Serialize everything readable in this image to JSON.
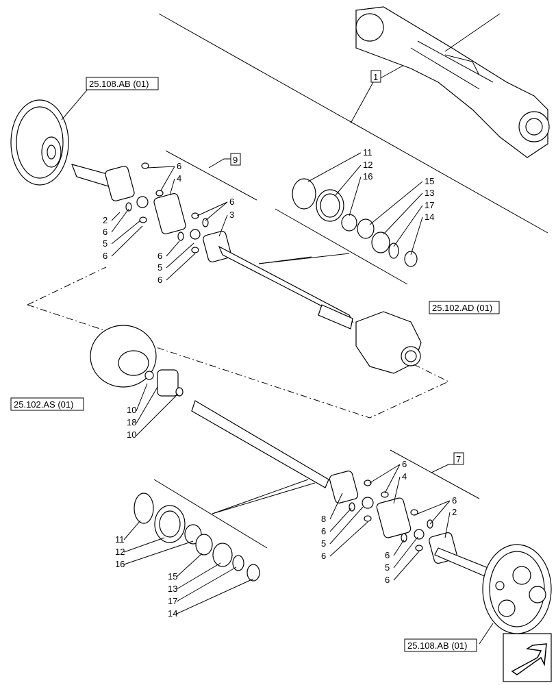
{
  "refs": {
    "hub_top": "25.108.AB (01)",
    "diff": "25.102.AD (01)",
    "planet": "25.102.AS (01)",
    "hub_bottom": "25.108.AB (01)"
  },
  "boxes": {
    "axle": "1",
    "upper_shaft": "9",
    "lower_shaft": "7"
  },
  "callouts": {
    "u2": "2",
    "u6a": "6",
    "u5": "5",
    "u6b": "6",
    "u6c": "6",
    "u4": "4",
    "u6d": "6",
    "u3": "3",
    "u6e": "6",
    "u5b": "5",
    "u6f": "6",
    "s11": "11",
    "s12": "12",
    "s16": "16",
    "s15": "15",
    "s13": "13",
    "s17": "17",
    "s14": "14",
    "p10a": "10",
    "p18": "18",
    "p10b": "10",
    "l6a": "6",
    "l4": "4",
    "l8": "8",
    "l6b": "6",
    "l5": "5",
    "l6c": "6",
    "l6d": "6",
    "l2": "2",
    "l6e": "6",
    "l5b": "5",
    "l6f": "6",
    "b11": "11",
    "b12": "12",
    "b16": "16",
    "b15": "15",
    "b13": "13",
    "b17": "17",
    "b14": "14"
  },
  "icons": {
    "nav": "arrow-nav-icon"
  }
}
